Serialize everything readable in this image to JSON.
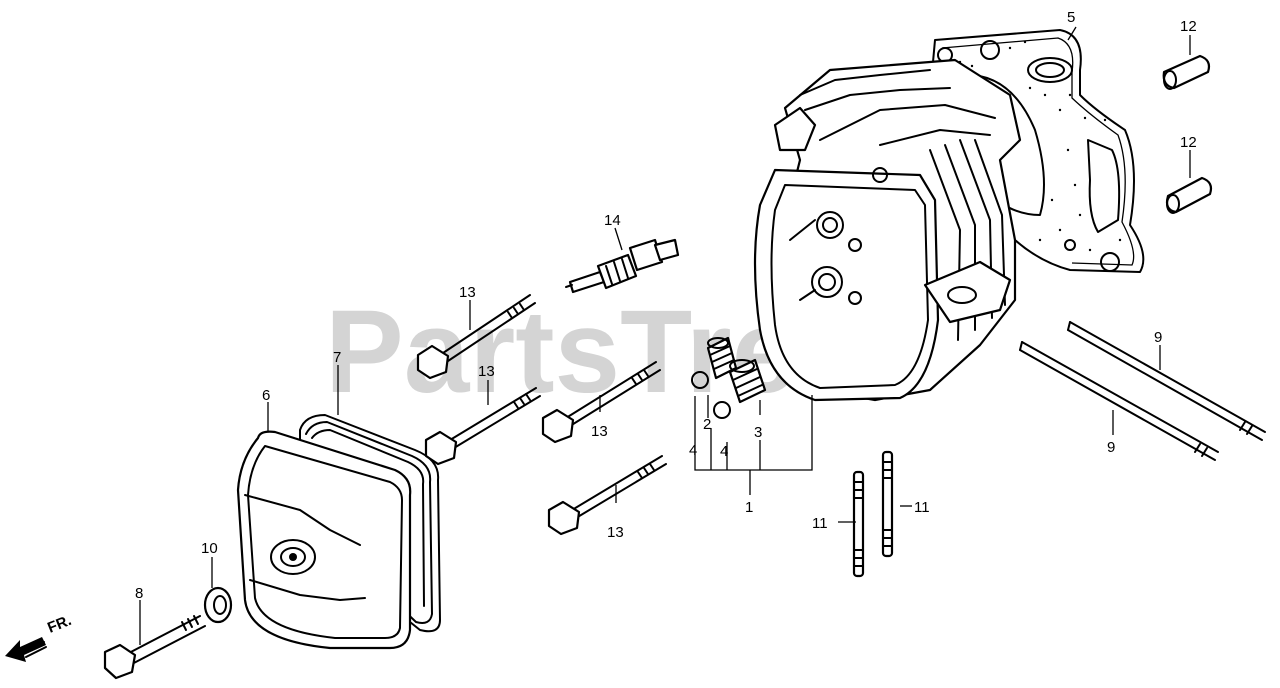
{
  "watermark": "PartsTree",
  "direction_label": "FR.",
  "callouts": {
    "c1": "1",
    "c2": "2",
    "c3": "3",
    "c4a": "4",
    "c4b": "4",
    "c5": "5",
    "c6": "6",
    "c7": "7",
    "c8": "8",
    "c9a": "9",
    "c9b": "9",
    "c10": "10",
    "c11a": "11",
    "c11b": "11",
    "c12a": "12",
    "c12b": "12",
    "c13a": "13",
    "c13b": "13",
    "c13c": "13",
    "c13d": "13",
    "c14": "14"
  },
  "icons": {
    "direction_arrow": "front-direction-arrow-icon"
  }
}
